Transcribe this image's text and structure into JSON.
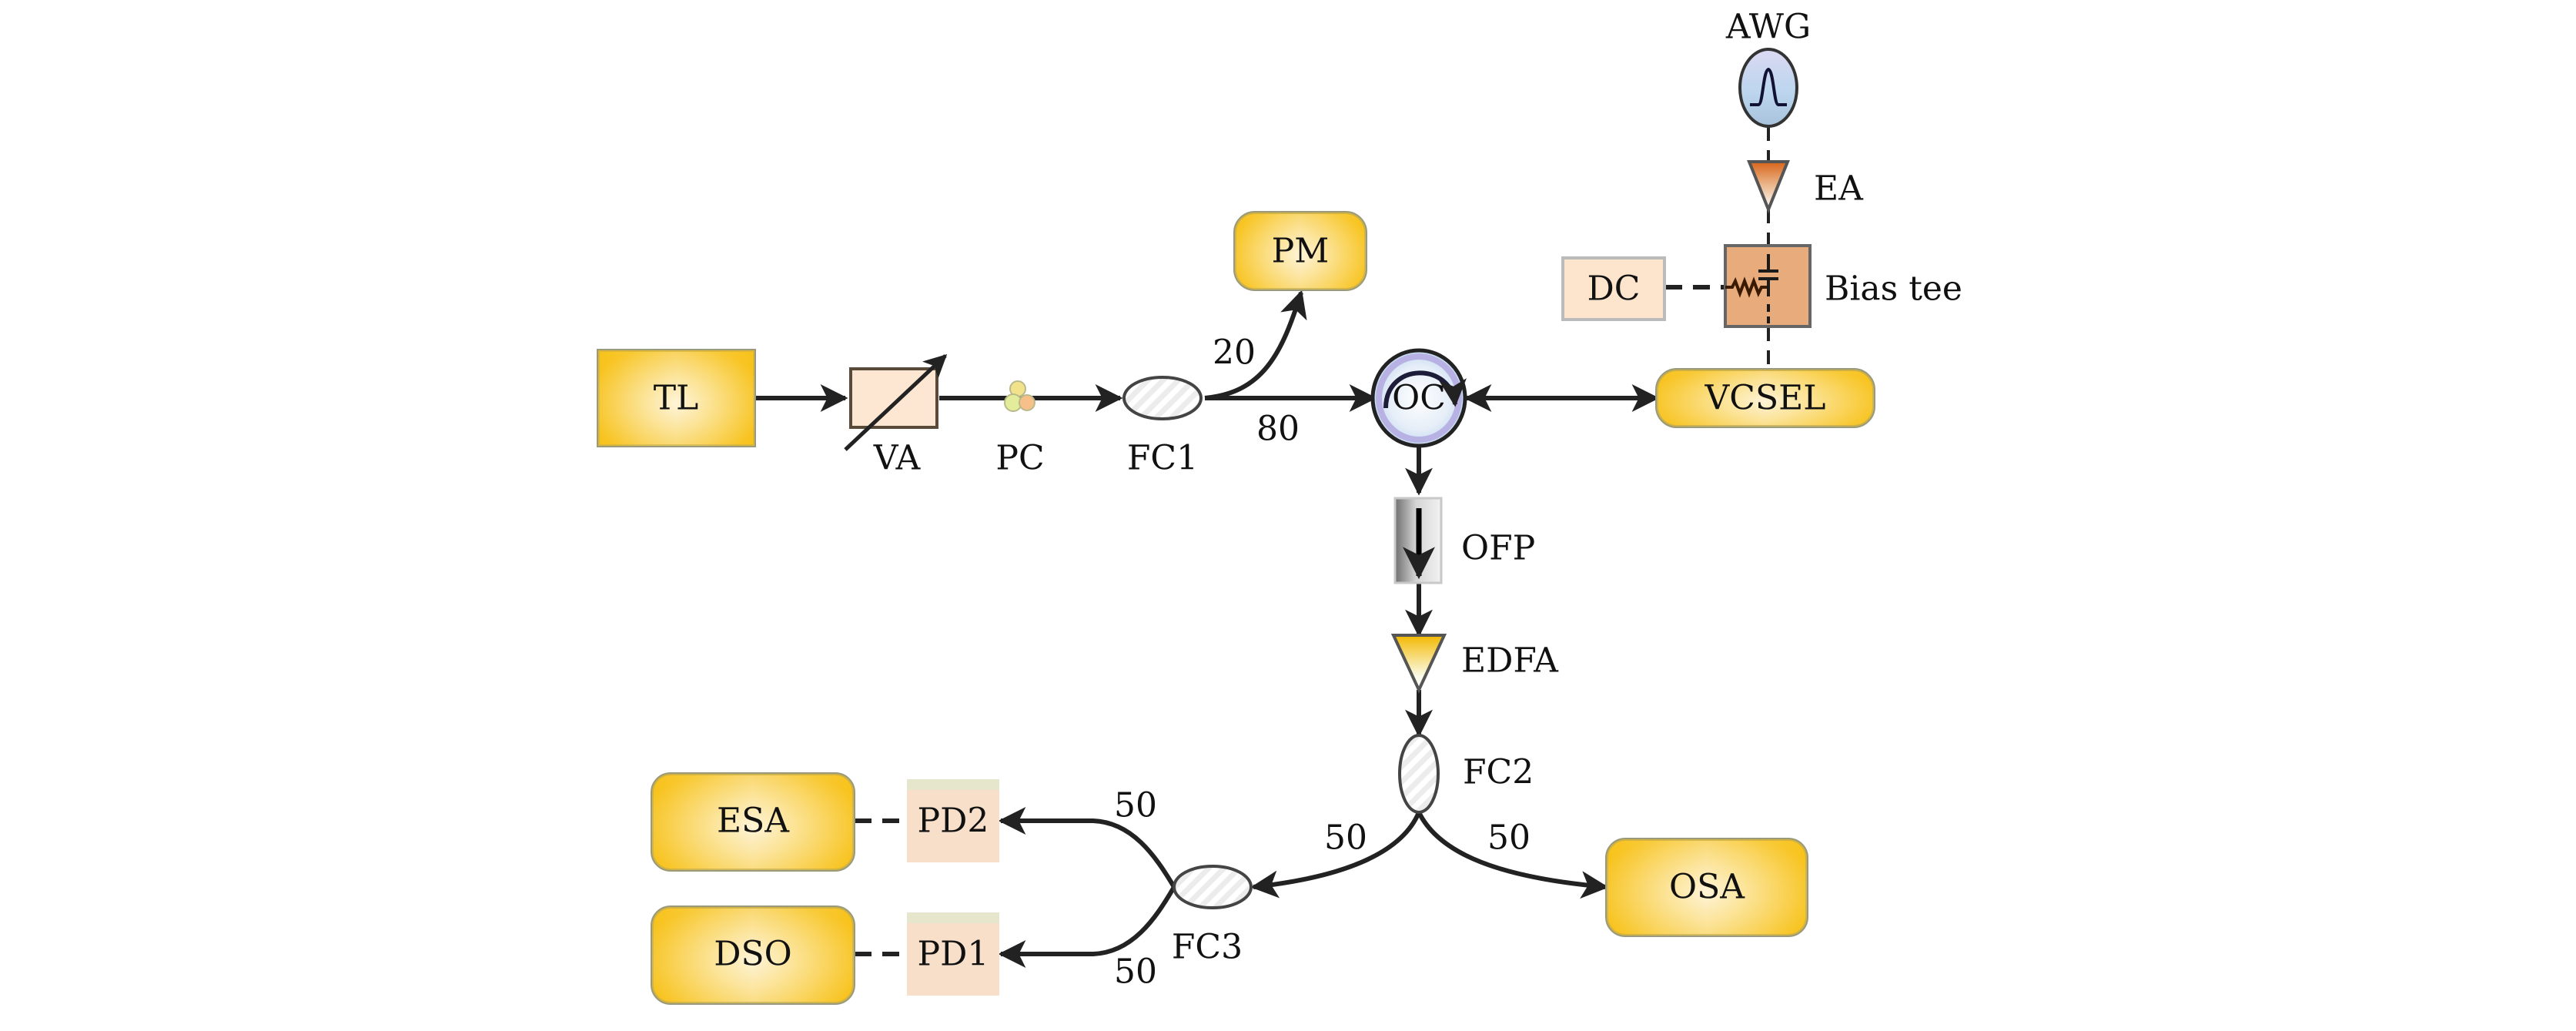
{
  "diagram": {
    "type": "optical experimental setup",
    "components": {
      "tl": {
        "label": "TL"
      },
      "va": {
        "label": "VA"
      },
      "pc": {
        "label": "PC"
      },
      "fc1": {
        "label": "FC1"
      },
      "pm": {
        "label": "PM"
      },
      "oc": {
        "label": "OC"
      },
      "vcsel": {
        "label": "VCSEL"
      },
      "awg": {
        "label": "AWG"
      },
      "ea": {
        "label": "EA"
      },
      "dc": {
        "label": "DC"
      },
      "bias_tee": {
        "label": "Bias tee"
      },
      "ofp": {
        "label": "OFP"
      },
      "edfa": {
        "label": "EDFA"
      },
      "fc2": {
        "label": "FC2"
      },
      "fc3": {
        "label": "FC3"
      },
      "osa": {
        "label": "OSA"
      },
      "pd2": {
        "label": "PD2"
      },
      "pd1": {
        "label": "PD1"
      },
      "esa": {
        "label": "ESA"
      },
      "dso": {
        "label": "DSO"
      }
    },
    "split_ratios": {
      "fc1_to_pm": "20",
      "fc1_to_oc": "80",
      "fc2_to_fc3": "50",
      "fc2_to_osa": "50",
      "fc3_to_pd2": "50",
      "fc3_to_pd1": "50"
    },
    "connections": [
      {
        "from": "TL",
        "to": "VA",
        "kind": "optical"
      },
      {
        "from": "VA",
        "to": "PC",
        "kind": "optical"
      },
      {
        "from": "PC",
        "to": "FC1",
        "kind": "optical"
      },
      {
        "from": "FC1",
        "to": "PM",
        "kind": "optical"
      },
      {
        "from": "FC1",
        "to": "OC",
        "kind": "optical"
      },
      {
        "from": "OC",
        "to": "VCSEL",
        "kind": "optical-bidirectional"
      },
      {
        "from": "AWG",
        "to": "EA",
        "kind": "electrical"
      },
      {
        "from": "EA",
        "to": "Bias tee",
        "kind": "electrical"
      },
      {
        "from": "DC",
        "to": "Bias tee",
        "kind": "electrical"
      },
      {
        "from": "Bias tee",
        "to": "VCSEL",
        "kind": "electrical"
      },
      {
        "from": "OC",
        "to": "OFP",
        "kind": "optical"
      },
      {
        "from": "OFP",
        "to": "EDFA",
        "kind": "optical"
      },
      {
        "from": "EDFA",
        "to": "FC2",
        "kind": "optical"
      },
      {
        "from": "FC2",
        "to": "FC3",
        "kind": "optical"
      },
      {
        "from": "FC2",
        "to": "OSA",
        "kind": "optical"
      },
      {
        "from": "FC3",
        "to": "PD2",
        "kind": "optical"
      },
      {
        "from": "FC3",
        "to": "PD1",
        "kind": "optical"
      },
      {
        "from": "PD2",
        "to": "ESA",
        "kind": "electrical"
      },
      {
        "from": "PD1",
        "to": "DSO",
        "kind": "electrical"
      }
    ]
  }
}
